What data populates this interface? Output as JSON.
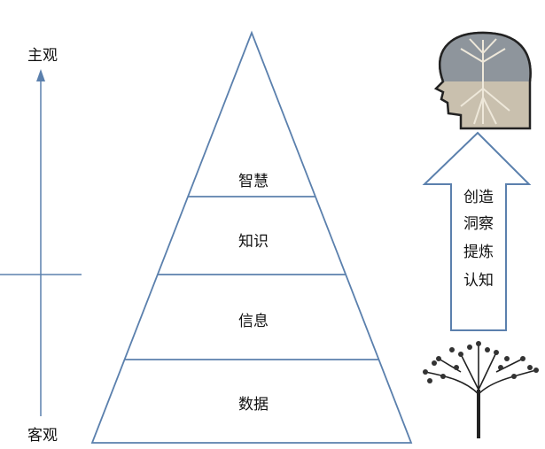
{
  "axis": {
    "top_label": "主观",
    "bottom_label": "客观"
  },
  "pyramid": {
    "levels": [
      "智慧",
      "知识",
      "信息",
      "数据"
    ]
  },
  "arrow": {
    "lines": [
      "创造",
      "洞察",
      "提炼",
      "认知"
    ]
  },
  "colors": {
    "line": "#5b80ad",
    "text": "#111111"
  }
}
